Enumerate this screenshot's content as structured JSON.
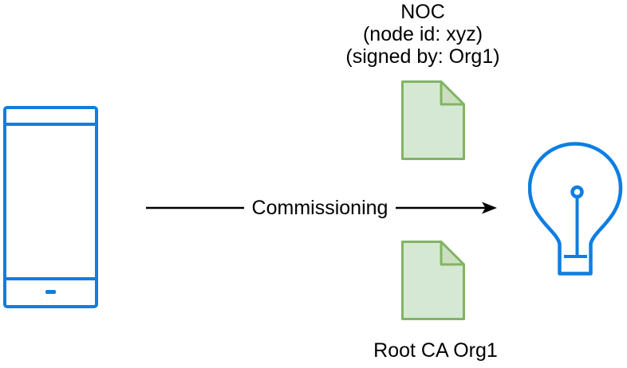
{
  "colors": {
    "device_stroke": "#0D7EE3",
    "arrow_color": "#000000",
    "text_color": "#000000",
    "doc_fill": "#D5E8D4",
    "doc_fold_fill": "#CBDFC0",
    "doc_stroke": "#82B366",
    "bg": "#FFFFFF"
  },
  "labels": {
    "noc_title_lines": [
      "NOC",
      "(node id: xyz)",
      "(signed by: Org1)"
    ],
    "arrow_label": "Commissioning",
    "root_ca_label": "Root CA Org1"
  },
  "icons": {
    "phone": "smartphone-icon",
    "bulb": "lightbulb-icon",
    "document_top": "certificate-document-icon",
    "document_bottom": "certificate-document-icon"
  }
}
